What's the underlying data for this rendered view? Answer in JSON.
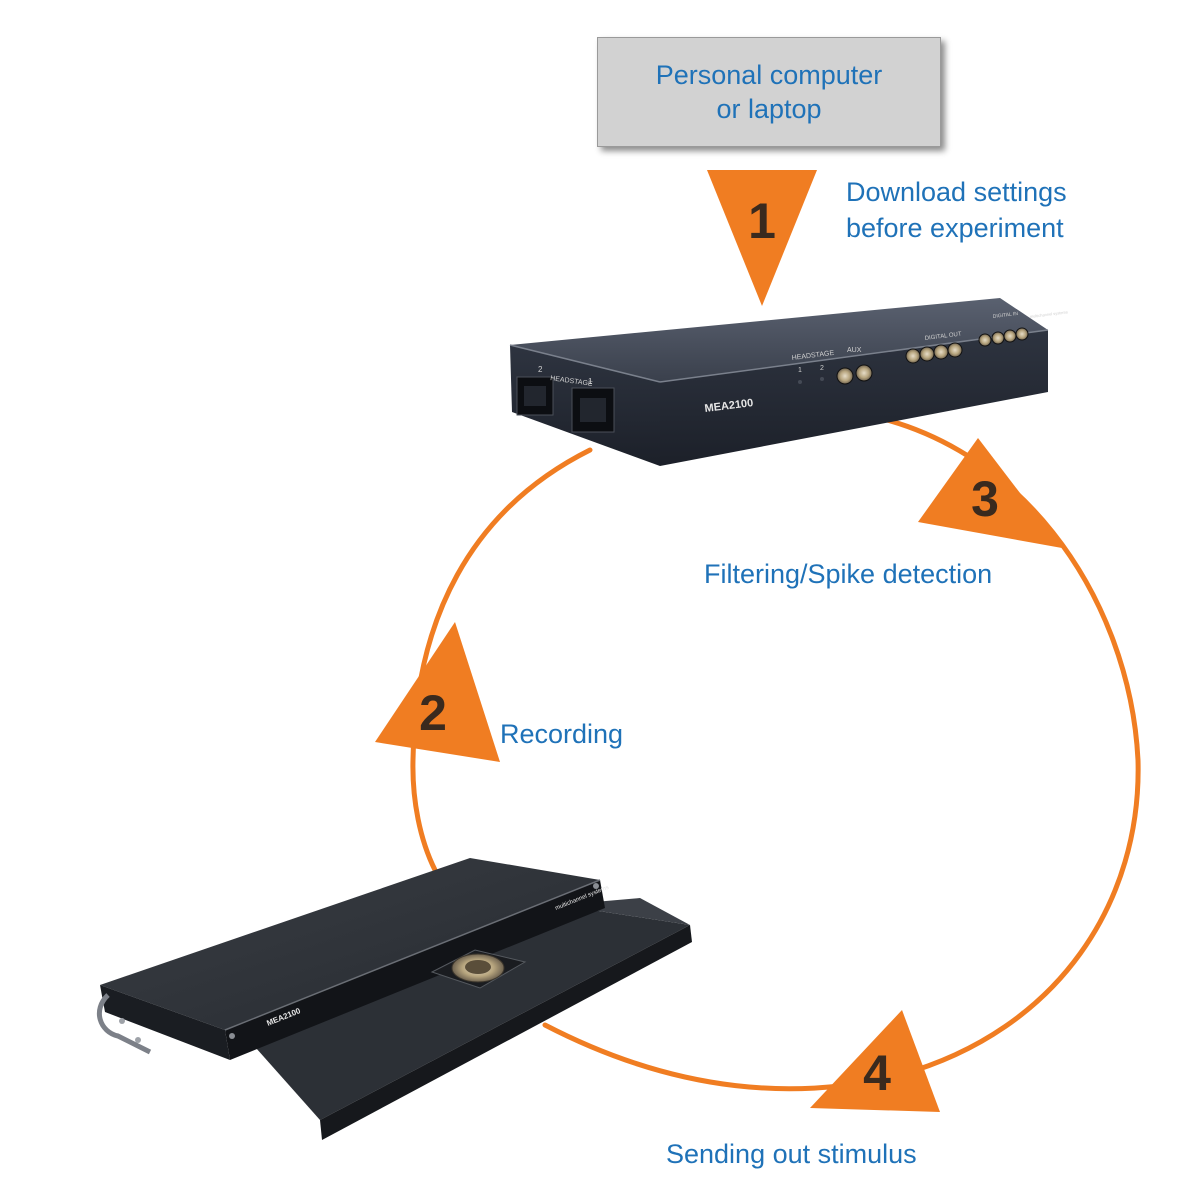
{
  "computer_box": {
    "line1": "Personal computer",
    "line2": "or laptop"
  },
  "steps": [
    {
      "number": "1",
      "label_line1": "Download settings",
      "label_line2": "before experiment"
    },
    {
      "number": "2",
      "label": "Recording"
    },
    {
      "number": "3",
      "label": "Filtering/Spike detection"
    },
    {
      "number": "4",
      "label": "Sending out stimulus"
    }
  ],
  "devices": {
    "interface_board": {
      "model": "MEA2100",
      "port_label": "HEADSTAGE",
      "port_1": "1",
      "port_2": "2",
      "aux_label": "AUX",
      "digital_out_label": "DIGITAL OUT",
      "digital_in_label": "DIGITAL IN",
      "brand": "multichannel systems"
    },
    "headstage": {
      "model": "MEA2100",
      "brand": "multichannel systems"
    }
  },
  "colors": {
    "accent_orange": "#f07d22",
    "text_blue": "#1f72b8",
    "device_dark": "#2a2f3a",
    "box_gray": "#d2d2d2"
  }
}
